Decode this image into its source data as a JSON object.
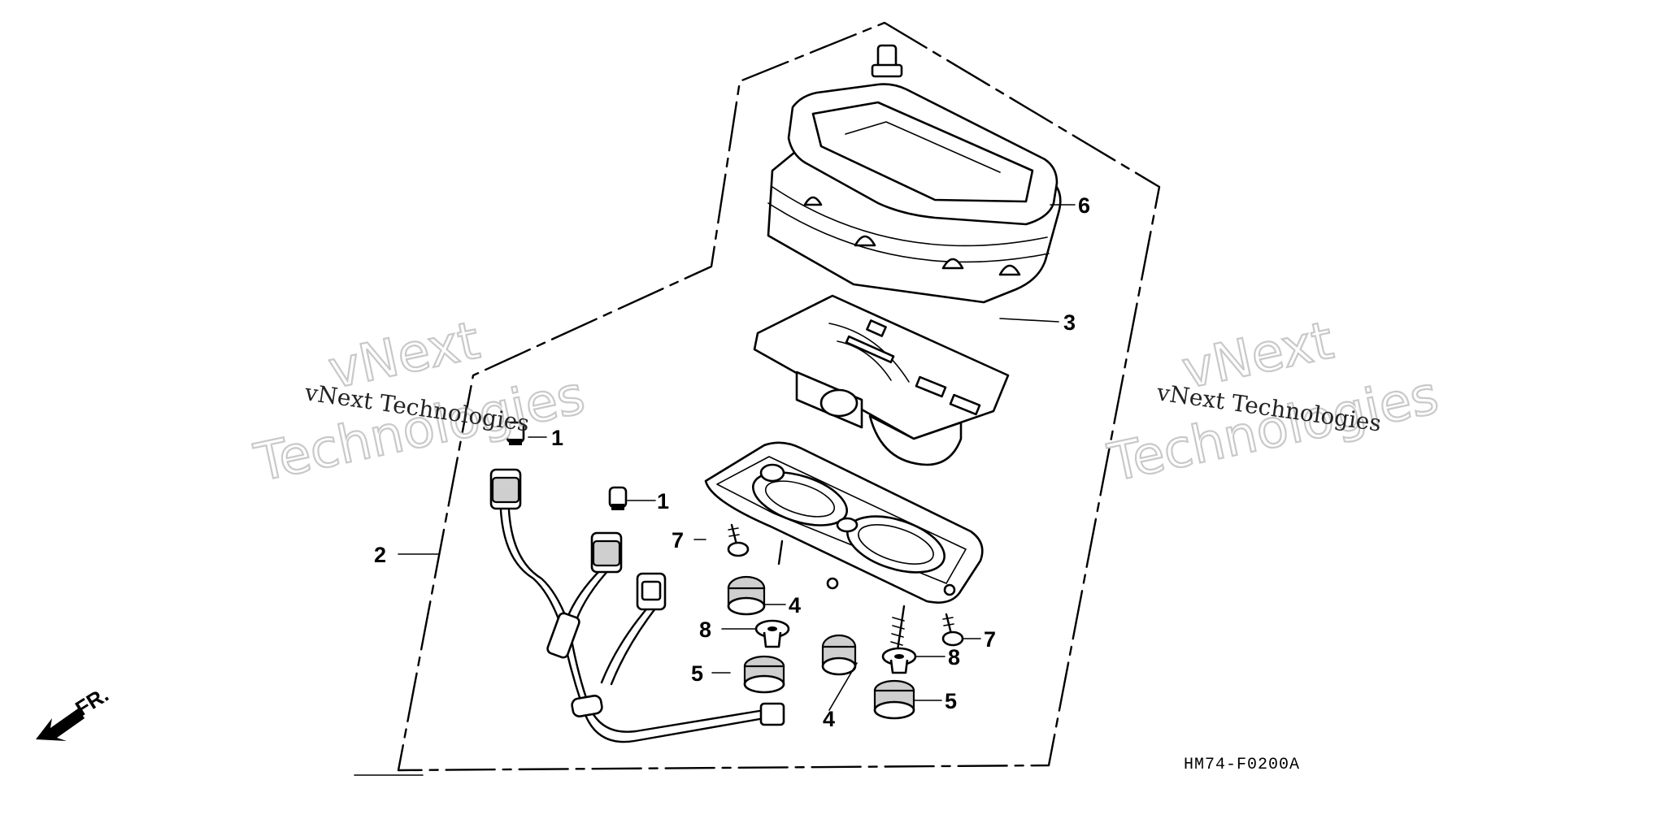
{
  "callouts": {
    "c1a": "1",
    "c1b": "1",
    "c2": "2",
    "c3": "3",
    "c4a": "4",
    "c4b": "4",
    "c5a": "5",
    "c5b": "5",
    "c6": "6",
    "c7a": "7",
    "c7b": "7",
    "c8a": "8",
    "c8b": "8"
  },
  "drawing_code": "HM74-F0200A",
  "front_marker": "FR.",
  "watermark": {
    "brand": "vNext",
    "word": "Technologies",
    "full": "vNext Technologies"
  }
}
